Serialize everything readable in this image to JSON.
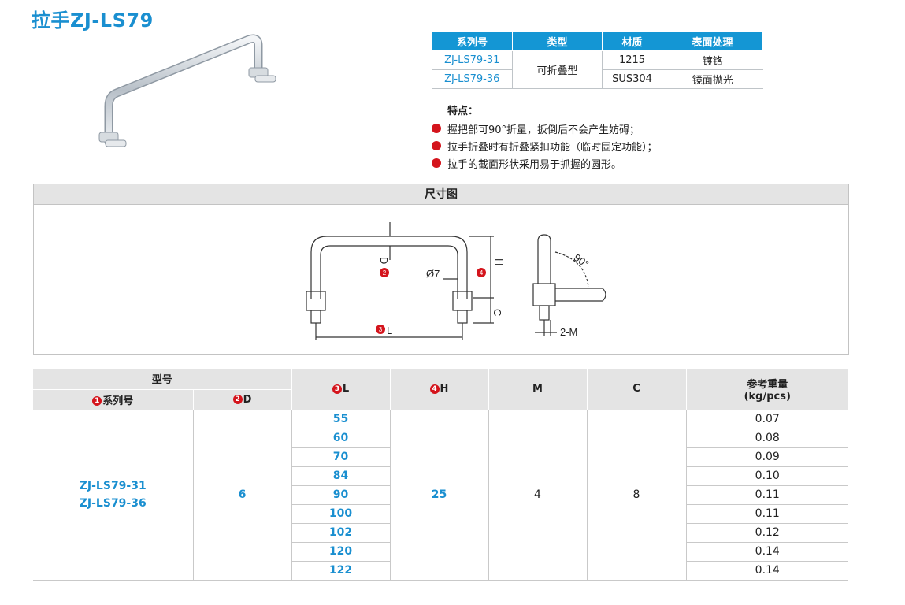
{
  "title": "拉手ZJ-LS79",
  "spec_table": {
    "headers": [
      "系列号",
      "类型",
      "材质",
      "表面处理"
    ],
    "rows": [
      {
        "model": "ZJ-LS79-31",
        "material": "1215",
        "finish": "镀铬"
      },
      {
        "model": "ZJ-LS79-36",
        "material": "SUS304",
        "finish": "镜面抛光"
      }
    ],
    "type": "可折叠型"
  },
  "features": {
    "title": "特点：",
    "items": [
      "握把部可90°折量，扳倒后不会产生妨碍；",
      "拉手折叠时有折叠紧扣功能（临时固定功能）；",
      "拉手的截面形状采用易于抓握的圆形。"
    ]
  },
  "dimension": {
    "title": "尺寸图",
    "labels": {
      "d": "D",
      "phi": "Ø7",
      "h": "H",
      "c": "C",
      "l": "L",
      "angle": "90°",
      "m": "2-M"
    },
    "markers": {
      "d": "2",
      "h": "4",
      "l": "3"
    }
  },
  "data_table": {
    "header_group": "型号",
    "header_series": "系列号",
    "header_d": "D",
    "header_l": "L",
    "header_h": "H",
    "header_m": "M",
    "header_c": "C",
    "header_weight_1": "参考重量",
    "header_weight_2": "(kg/pcs)",
    "markers": {
      "series": "1",
      "d": "2",
      "l": "3",
      "h": "4"
    },
    "series_1": "ZJ-LS79-31",
    "series_2": "ZJ-LS79-36",
    "d": "6",
    "h": "25",
    "m": "4",
    "c": "8",
    "rows": [
      {
        "l": "55",
        "w": "0.07"
      },
      {
        "l": "60",
        "w": "0.08"
      },
      {
        "l": "70",
        "w": "0.09"
      },
      {
        "l": "84",
        "w": "0.10"
      },
      {
        "l": "90",
        "w": "0.11"
      },
      {
        "l": "100",
        "w": "0.11"
      },
      {
        "l": "102",
        "w": "0.12"
      },
      {
        "l": "120",
        "w": "0.14"
      },
      {
        "l": "122",
        "w": "0.14"
      }
    ]
  },
  "colors": {
    "accent": "#1a8fd0",
    "header_blue": "#1496d4",
    "marker_red": "#d4141c",
    "header_gray": "#e4e4e4"
  }
}
